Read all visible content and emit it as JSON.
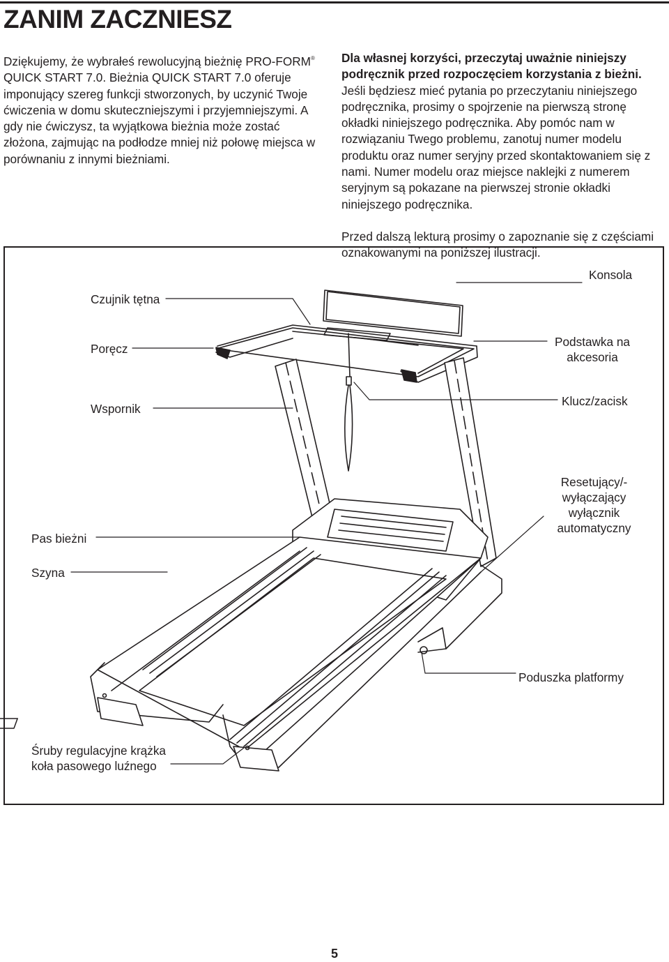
{
  "header": {
    "title": "ZANIM ZACZNIESZ"
  },
  "intro": {
    "p1_part1": "Dziękujemy, że wybrałeś rewolucyjną bieżnię PRO-FORM",
    "p1_reg": "®",
    "p1_part2": " QUICK START 7.0. Bieżnia QUICK START 7.0 oferuje imponujący szereg funkcji stworzonych, by uczynić Twoje ćwiczenia w domu skuteczniejszymi i przyjemniejszymi. A gdy nie ćwiczysz, ta wyjątkowa bieżnia może zostać złożona, zajmując na podłodze mniej niż połowę miejsca w porównaniu z innymi bieżniami.",
    "p2_bold": "Dla własnej korzyści, przeczytaj uważnie niniejszy podręcznik przed rozpoczęciem korzystania z bieżni.",
    "p2_rest": " Jeśli będziesz mieć pytania po przeczytaniu niniejszego podręcznika, prosimy o spojrzenie na pierwszą stronę okładki niniejszego podręcznika. Aby pomóc nam w rozwiązaniu Twego problemu, zanotuj numer modelu produktu oraz numer seryjny przed skontaktowaniem się z nami. Numer modelu oraz miejsce naklejki z numerem seryjnym są pokazane na pierwszej stronie okładki niniejszego podręcznika.",
    "p3": "Przed dalszą lekturą prosimy o zapoznanie się z częściami oznakowanymi na poniższej ilustracji."
  },
  "diagram": {
    "labels": {
      "konsola": "Konsola",
      "czujnik": "Czujnik tętna",
      "porecz": "Poręcz",
      "podstawka": "Podstawka na akcesoria",
      "wspornik": "Wspornik",
      "klucz": "Klucz/zacisk",
      "resetujacy": "Resetujący/- wyłączający wyłącznik automatyczny",
      "pas": "Pas bieżni",
      "szyna": "Szyna",
      "poduszka": "Poduszka platformy",
      "sruby": "Śruby regulacyjne krążka koła pasowego luźnego"
    }
  },
  "footer": {
    "page_number": "5"
  }
}
